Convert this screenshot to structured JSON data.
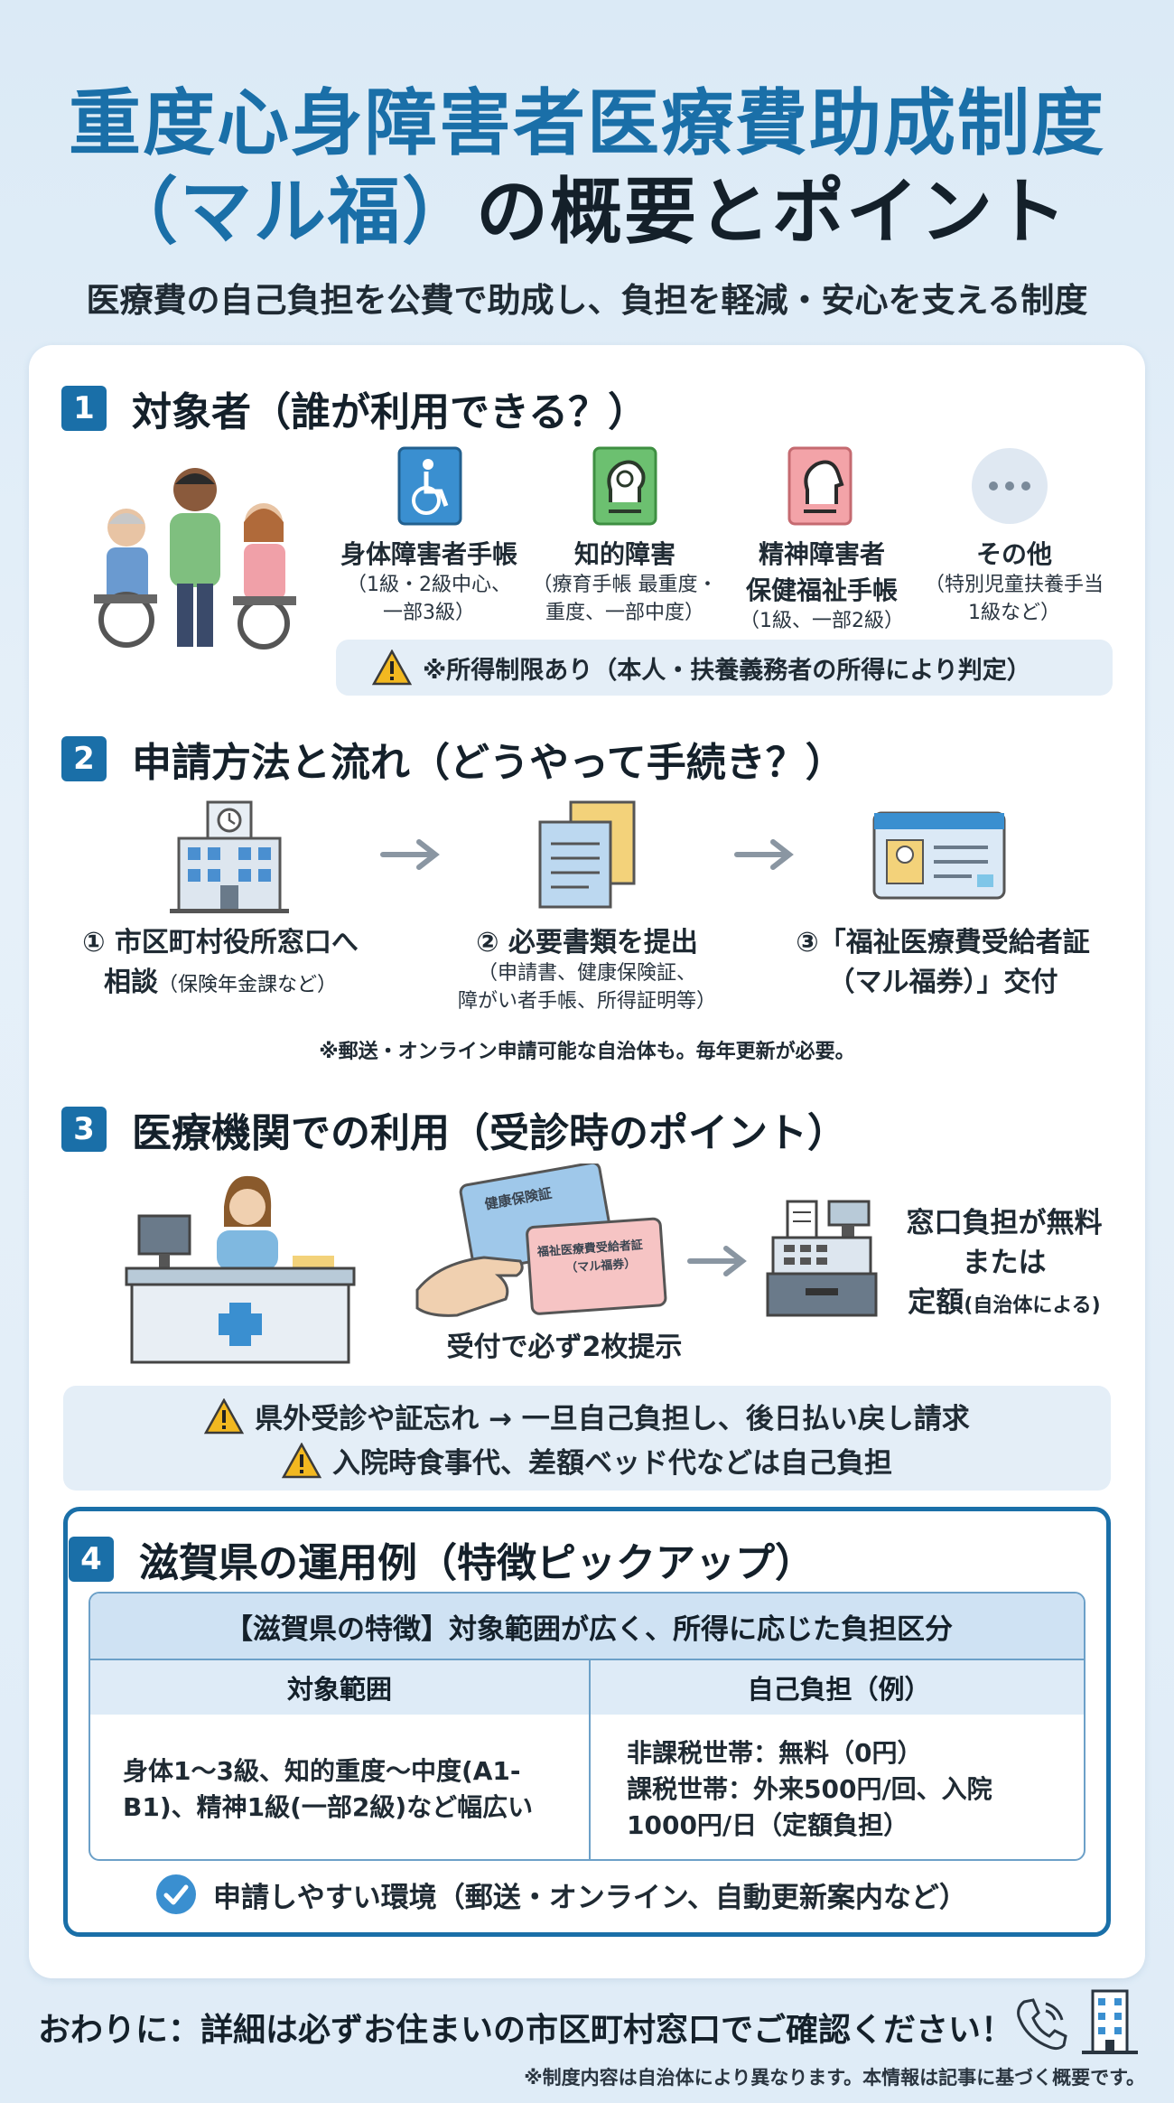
{
  "header": {
    "title_line1": "重度心身障害者医療費助成制度",
    "title_line2_highlight": "（マル福）",
    "title_line2_rest": "の概要とポイント",
    "subtitle": "医療費の自己負担を公費で助成し、負担を軽減・安心を支える制度"
  },
  "section1": {
    "number": "1",
    "title": "対象者（誰が利用できる？）",
    "items": [
      {
        "label": "身体障害者手帳",
        "detail1": "（1級・2級中心、",
        "detail2": "一部3級）",
        "icon": "wheelchair-icon"
      },
      {
        "label": "知的障害",
        "detail1": "（療育手帳 最重度・",
        "detail2": "重度、一部中度）",
        "icon": "brain-head-icon"
      },
      {
        "label": "精神障害者",
        "label2": "保健福祉手帳",
        "detail1": "（1級、一部2級）",
        "icon": "head-profile-icon"
      },
      {
        "label": "その他",
        "detail1": "（特別児童扶養手当",
        "detail2": "1級など）",
        "icon": "more-dots-icon"
      }
    ],
    "note": "※所得制限あり（本人・扶養義務者の所得により判定）"
  },
  "section2": {
    "number": "2",
    "title": "申請方法と流れ（どうやって手続き？）",
    "steps": [
      {
        "line1": "① 市区町村役所窓口へ",
        "line2": "相談",
        "line2_small": "（保険年金課など）"
      },
      {
        "line1": "② 必要書類を提出",
        "detail1": "（申請書、健康保険証、",
        "detail2": "障がい者手帳、所得証明等）"
      },
      {
        "line1": "③「福祉医療費受給者証",
        "line2": "（マル福券）」交付"
      }
    ],
    "note": "※郵送・オンライン申請可能な自治体も。毎年更新が必要。"
  },
  "section3": {
    "number": "3",
    "title": "医療機関での利用（受診時のポイント）",
    "card1": "健康保険証",
    "card2_line1": "福祉医療費受給者証",
    "card2_line2": "（マル福券）",
    "present_label": "受付で必ず2枚提示",
    "result_line1": "窓口負担が無料",
    "result_line2": "または",
    "result_line3": "定額",
    "result_small": "(自治体による)",
    "warnings": [
      "県外受診や証忘れ → 一旦自己負担し、後日払い戻し請求",
      "入院時食事代、差額ベッド代などは自己負担"
    ]
  },
  "section4": {
    "number": "4",
    "title": "滋賀県の運用例（特徴ピックアップ）",
    "banner": "【滋賀県の特徴】対象範囲が広く、所得に応じた負担区分",
    "col1_head": "対象範囲",
    "col2_head": "自己負担（例）",
    "col1_line1": "身体1～3級、知的重度～中度(A1-",
    "col1_line2": "B1)、精神1級(一部2級)など幅広い",
    "col2_line1": "非課税世帯：無料（0円）",
    "col2_line2": "課税世帯：外来500円/回、入院",
    "col2_line3": "1000円/日（定額負担）",
    "check_note": "申請しやすい環境（郵送・オンライン、自動更新案内など）"
  },
  "footer": {
    "main": "おわりに：詳細は必ずお住まいの市区町村窓口でご確認ください！",
    "note": "※制度内容は自治体により異なります。本情報は記事に基づく概要です。"
  },
  "colors": {
    "accent": "#1a6fa8",
    "warning": "#f2b820",
    "panel_bg": "#ffffff",
    "note_bg": "#e4eef7"
  }
}
